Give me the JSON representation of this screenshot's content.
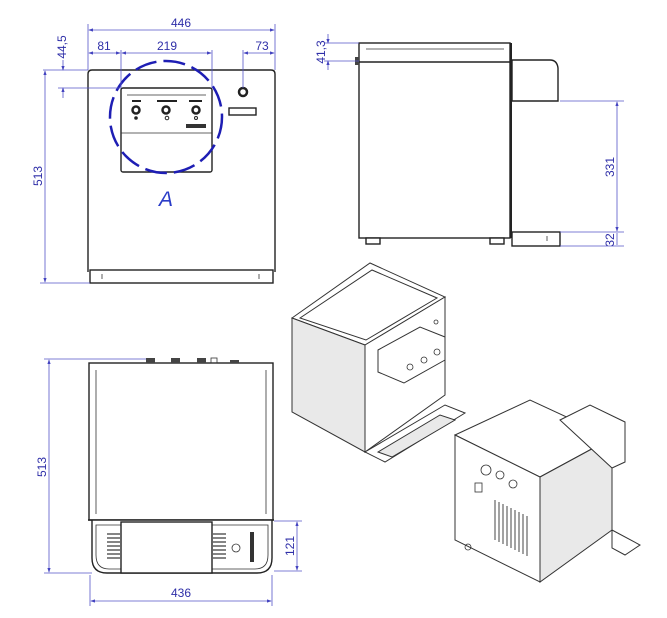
{
  "views": {
    "front": {
      "dims": {
        "overall_width": "446",
        "left_offset": "81",
        "panel_width": "219",
        "right_offset": "73",
        "top_offset": "44,5",
        "height": "513"
      },
      "detail_label": "A"
    },
    "side": {
      "dims": {
        "top_band": "41,3",
        "spout_height": "331",
        "tray_height": "32"
      }
    },
    "top": {
      "dims": {
        "depth": "513",
        "tray_depth": "121",
        "width": "436"
      }
    }
  },
  "colors": {
    "dimension": "#2f2fa8",
    "detail_circle": "#1e1eb4",
    "line": "#222222"
  }
}
